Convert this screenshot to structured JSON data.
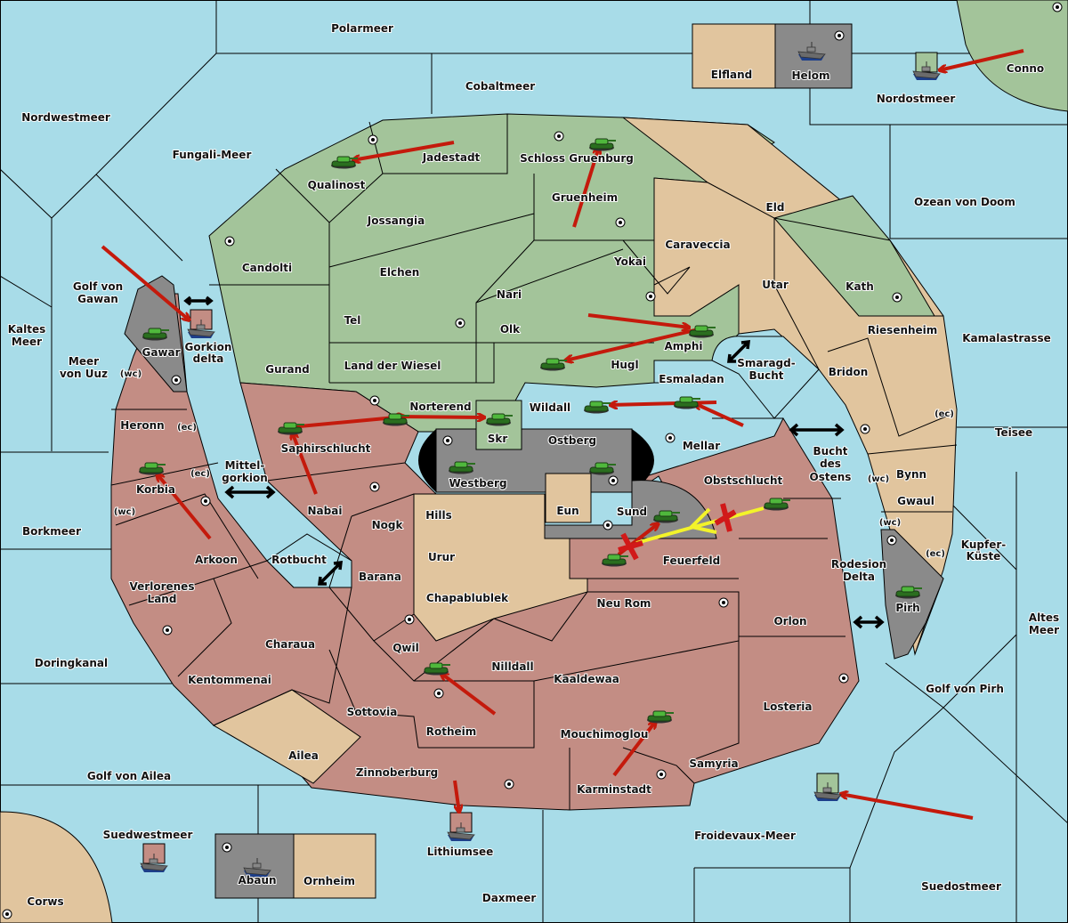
{
  "map": {
    "colors": {
      "sea": "#a8dce8",
      "green": "#a3c49a",
      "tan": "#e1c59e",
      "red": "#c38d84",
      "grey": "#8a8a8a",
      "order_red": "#c41a0c",
      "order_yellow": "#f3f32a"
    },
    "sea_labels": [
      {
        "id": "polarmeer",
        "text": "Polarmeer"
      },
      {
        "id": "cobaltmeer",
        "text": "Cobaltmeer"
      },
      {
        "id": "nordwestmeer",
        "text": "Nordwestmeer"
      },
      {
        "id": "fungali-meer",
        "text": "Fungali-Meer"
      },
      {
        "id": "nordostmeer",
        "text": "Nordostmeer"
      },
      {
        "id": "ozean-von-doom",
        "text": "Ozean von Doom"
      },
      {
        "id": "kamalastrasse",
        "text": "Kamalastrasse"
      },
      {
        "id": "teisee",
        "text": "Teisee"
      },
      {
        "id": "kupfer-kueste-1",
        "text": "Kupfer-"
      },
      {
        "id": "kupfer-kueste-2",
        "text": "Küste"
      },
      {
        "id": "altes-meer-1",
        "text": "Altes"
      },
      {
        "id": "altes-meer-2",
        "text": "Meer"
      },
      {
        "id": "golf-von-pirh",
        "text": "Golf von Pirh"
      },
      {
        "id": "suedostmeer",
        "text": "Suedostmeer"
      },
      {
        "id": "froidevaux-meer",
        "text": "Froidevaux-Meer"
      },
      {
        "id": "daxmeer",
        "text": "Daxmeer"
      },
      {
        "id": "lithiumsee",
        "text": "Lithiumsee"
      },
      {
        "id": "suedwestmeer",
        "text": "Suedwestmeer"
      },
      {
        "id": "golf-von-ailea",
        "text": "Golf von Ailea"
      },
      {
        "id": "doringkanal",
        "text": "Doringkanal"
      },
      {
        "id": "borkmeer",
        "text": "Borkmeer"
      },
      {
        "id": "kaltes-meer-1",
        "text": "Kaltes"
      },
      {
        "id": "kaltes-meer-2",
        "text": "Meer"
      },
      {
        "id": "meer-von-uuz-1",
        "text": "Meer"
      },
      {
        "id": "meer-von-uuz-2",
        "text": "von Uuz"
      },
      {
        "id": "golf-von-gawan-1",
        "text": "Golf von"
      },
      {
        "id": "golf-von-gawan-2",
        "text": "Gawan"
      },
      {
        "id": "gorkion-delta-1",
        "text": "Gorkion"
      },
      {
        "id": "gorkion-delta-2",
        "text": "delta"
      },
      {
        "id": "mittelgorkion-1",
        "text": "Mittel-"
      },
      {
        "id": "mittelgorkion-2",
        "text": "gorkion"
      },
      {
        "id": "rotbucht",
        "text": "Rotbucht"
      },
      {
        "id": "smaragd-bucht-1",
        "text": "Smaragd-"
      },
      {
        "id": "smaragd-bucht-2",
        "text": "Bucht"
      },
      {
        "id": "bucht-des-ostens-1",
        "text": "Bucht"
      },
      {
        "id": "bucht-des-ostens-2",
        "text": "des"
      },
      {
        "id": "bucht-des-ostens-3",
        "text": "Ostens"
      },
      {
        "id": "rodesion-delta-1",
        "text": "Rodesion"
      },
      {
        "id": "rodesion-delta-2",
        "text": "Delta"
      }
    ],
    "land_labels": [
      {
        "id": "elfland",
        "text": "Elfland",
        "owner": "tan"
      },
      {
        "id": "helom",
        "text": "Helom",
        "owner": "grey"
      },
      {
        "id": "conno",
        "text": "Conno",
        "owner": "green"
      },
      {
        "id": "qualinost",
        "text": "Qualinost",
        "owner": "green"
      },
      {
        "id": "jadestadt",
        "text": "Jadestadt",
        "owner": "green"
      },
      {
        "id": "schloss-gruenburg",
        "text": "Schloss Gruenburg",
        "owner": "green"
      },
      {
        "id": "gruenheim",
        "text": "Gruenheim",
        "owner": "green"
      },
      {
        "id": "jossangia",
        "text": "Jossangia",
        "owner": "green"
      },
      {
        "id": "candolti",
        "text": "Candolti",
        "owner": "green"
      },
      {
        "id": "elchen",
        "text": "Elchen",
        "owner": "green"
      },
      {
        "id": "nari",
        "text": "Nari",
        "owner": "green"
      },
      {
        "id": "yokai",
        "text": "Yokai",
        "owner": "green"
      },
      {
        "id": "tel",
        "text": "Tel",
        "owner": "green"
      },
      {
        "id": "olk",
        "text": "Olk",
        "owner": "green"
      },
      {
        "id": "amphi",
        "text": "Amphi",
        "owner": "green"
      },
      {
        "id": "gurand",
        "text": "Gurand",
        "owner": "green"
      },
      {
        "id": "land-der-wiesel",
        "text": "Land der Wiesel",
        "owner": "green"
      },
      {
        "id": "hugl",
        "text": "Hugl",
        "owner": "green"
      },
      {
        "id": "norterend",
        "text": "Norterend",
        "owner": "green"
      },
      {
        "id": "skr",
        "text": "Skr",
        "owner": "green"
      },
      {
        "id": "wildall",
        "text": "Wildall",
        "owner": "green"
      },
      {
        "id": "kath",
        "text": "Kath",
        "owner": "green"
      },
      {
        "id": "eld",
        "text": "Eld",
        "owner": "tan"
      },
      {
        "id": "caraveccia",
        "text": "Caraveccia",
        "owner": "tan"
      },
      {
        "id": "utar",
        "text": "Utar",
        "owner": "tan"
      },
      {
        "id": "riesenheim",
        "text": "Riesenheim",
        "owner": "tan"
      },
      {
        "id": "bridon",
        "text": "Bridon",
        "owner": "tan"
      },
      {
        "id": "bynn",
        "text": "Bynn",
        "owner": "tan"
      },
      {
        "id": "gwaul",
        "text": "Gwaul",
        "owner": "tan"
      },
      {
        "id": "pirh",
        "text": "Pirh",
        "owner": "grey"
      },
      {
        "id": "gawar",
        "text": "Gawar",
        "owner": "grey"
      },
      {
        "id": "heronn",
        "text": "Heronn",
        "owner": "red"
      },
      {
        "id": "korbia",
        "text": "Korbia",
        "owner": "red"
      },
      {
        "id": "arkoon",
        "text": "Arkoon",
        "owner": "red"
      },
      {
        "id": "verlorenes-land-1",
        "text": "Verlorenes",
        "owner": "red"
      },
      {
        "id": "verlorenes-land-2",
        "text": "Land",
        "owner": "red"
      },
      {
        "id": "kentommenai",
        "text": "Kentommenai",
        "owner": "red"
      },
      {
        "id": "charaua",
        "text": "Charaua",
        "owner": "red"
      },
      {
        "id": "ailea",
        "text": "Ailea",
        "owner": "tan"
      },
      {
        "id": "saphirschlucht",
        "text": "Saphirschlucht",
        "owner": "red"
      },
      {
        "id": "nabai",
        "text": "Nabai",
        "owner": "red"
      },
      {
        "id": "nogk",
        "text": "Nogk",
        "owner": "red"
      },
      {
        "id": "barana",
        "text": "Barana",
        "owner": "red"
      },
      {
        "id": "westberg",
        "text": "Westberg",
        "owner": "grey"
      },
      {
        "id": "ostberg",
        "text": "Ostberg",
        "owner": "grey"
      },
      {
        "id": "eun",
        "text": "Eun",
        "owner": "tan"
      },
      {
        "id": "sund",
        "text": "Sund",
        "owner": "grey"
      },
      {
        "id": "hills",
        "text": "Hills",
        "owner": "tan"
      },
      {
        "id": "urur",
        "text": "Urur",
        "owner": "tan"
      },
      {
        "id": "chapablublek",
        "text": "Chapablublek",
        "owner": "tan"
      },
      {
        "id": "esmaladan",
        "text": "Esmaladan",
        "owner": "red"
      },
      {
        "id": "mellar",
        "text": "Mellar",
        "owner": "red"
      },
      {
        "id": "obstschlucht",
        "text": "Obstschlucht",
        "owner": "red"
      },
      {
        "id": "feuerfeld",
        "text": "Feuerfeld",
        "owner": "red"
      },
      {
        "id": "neu-rom",
        "text": "Neu Rom",
        "owner": "red"
      },
      {
        "id": "orlon",
        "text": "Orlon",
        "owner": "red"
      },
      {
        "id": "qwil",
        "text": "Qwil",
        "owner": "red"
      },
      {
        "id": "nilldall",
        "text": "Nilldall",
        "owner": "red"
      },
      {
        "id": "kaaldewaa",
        "text": "Kaaldewaa",
        "owner": "red"
      },
      {
        "id": "sottovia",
        "text": "Sottovia",
        "owner": "red"
      },
      {
        "id": "rotheim",
        "text": "Rotheim",
        "owner": "red"
      },
      {
        "id": "losteria",
        "text": "Losteria",
        "owner": "red"
      },
      {
        "id": "mouchimoglou",
        "text": "Mouchimoglou",
        "owner": "red"
      },
      {
        "id": "zinnoberburg",
        "text": "Zinnoberburg",
        "owner": "red"
      },
      {
        "id": "karminstadt",
        "text": "Karminstadt",
        "owner": "red"
      },
      {
        "id": "samyria",
        "text": "Samyria",
        "owner": "red"
      },
      {
        "id": "abaun",
        "text": "Abaun",
        "owner": "grey"
      },
      {
        "id": "ornheim",
        "text": "Ornheim",
        "owner": "tan"
      },
      {
        "id": "corws",
        "text": "Corws",
        "owner": "tan"
      }
    ],
    "coast_labels": {
      "wc": "(wc)",
      "ec": "(ec)"
    },
    "units": [
      {
        "type": "army",
        "location": "Qualinost",
        "owner": "green"
      },
      {
        "type": "army",
        "location": "Schloss Gruenburg",
        "owner": "green"
      },
      {
        "type": "fleet",
        "location": "Helom",
        "owner": "grey"
      },
      {
        "type": "fleet",
        "location": "Nordostmeer",
        "owner": "green"
      },
      {
        "type": "army",
        "location": "Gawar",
        "owner": "grey"
      },
      {
        "type": "fleet",
        "location": "Gorkion delta",
        "owner": "red"
      },
      {
        "type": "army",
        "location": "Amphi",
        "owner": "green"
      },
      {
        "type": "army",
        "location": "Hugl",
        "owner": "green"
      },
      {
        "type": "army",
        "location": "Saphirschlucht",
        "owner": "red"
      },
      {
        "type": "army",
        "location": "Norterend",
        "owner": "green"
      },
      {
        "type": "army",
        "location": "Skr",
        "owner": "green"
      },
      {
        "type": "army",
        "location": "Wildall",
        "owner": "green"
      },
      {
        "type": "army",
        "location": "Esmaladan",
        "owner": "red"
      },
      {
        "type": "army",
        "location": "Korbia",
        "owner": "red"
      },
      {
        "type": "army",
        "location": "Westberg",
        "owner": "grey"
      },
      {
        "type": "army",
        "location": "Ostberg",
        "owner": "grey"
      },
      {
        "type": "army",
        "location": "Sund",
        "owner": "grey"
      },
      {
        "type": "army",
        "location": "Obstschlucht",
        "owner": "red"
      },
      {
        "type": "army",
        "location": "Feuerfeld",
        "owner": "red"
      },
      {
        "type": "army",
        "location": "Pirh",
        "owner": "grey"
      },
      {
        "type": "army",
        "location": "Qwil",
        "owner": "red"
      },
      {
        "type": "army",
        "location": "Mouchimoglou",
        "owner": "red"
      },
      {
        "type": "fleet",
        "location": "Lithiumsee",
        "owner": "red"
      },
      {
        "type": "fleet",
        "location": "Suedwestmeer",
        "owner": "red"
      },
      {
        "type": "fleet",
        "location": "Abaun",
        "owner": "grey"
      },
      {
        "type": "fleet",
        "location": "Froidevaux-Meer",
        "owner": "green"
      }
    ],
    "orders": [
      {
        "from": "Jadestadt",
        "to": "Qualinost",
        "kind": "move",
        "result": "ok"
      },
      {
        "from": "Gruenheim",
        "to": "Schloss Gruenburg",
        "kind": "move",
        "result": "ok"
      },
      {
        "from": "Conno",
        "to": "Nordostmeer",
        "kind": "move",
        "result": "ok"
      },
      {
        "from": "Golf von Gawan",
        "to": "Gorkion delta",
        "kind": "move",
        "result": "ok"
      },
      {
        "from": "Olk",
        "to": "Amphi",
        "kind": "move",
        "result": "ok"
      },
      {
        "from": "Amphi",
        "to": "Hugl",
        "kind": "move",
        "result": "ok"
      },
      {
        "from": "Saphirschlucht",
        "to": "Norterend",
        "kind": "move",
        "result": "ok"
      },
      {
        "from": "Norterend",
        "to": "Skr",
        "kind": "move",
        "result": "ok"
      },
      {
        "from": "Esmaladan",
        "to": "Wildall",
        "kind": "move",
        "result": "ok"
      },
      {
        "from": "Mellar",
        "to": "Esmaladan",
        "kind": "move",
        "result": "ok"
      },
      {
        "from": "Nabai",
        "to": "Saphirschlucht",
        "kind": "move",
        "result": "ok"
      },
      {
        "from": "Arkoon",
        "to": "Korbia",
        "kind": "move",
        "result": "ok"
      },
      {
        "from": "Feuerfeld",
        "to": "Sund",
        "kind": "move",
        "result": "failed"
      },
      {
        "from": "Obstschlucht",
        "to": "Sund",
        "kind": "support",
        "result": "failed"
      },
      {
        "from": "Rotheim",
        "to": "Qwil",
        "kind": "move",
        "result": "ok"
      },
      {
        "from": "Karminstadt",
        "to": "Mouchimoglou",
        "kind": "move",
        "result": "ok"
      },
      {
        "from": "Zinnoberburg",
        "to": "Lithiumsee",
        "kind": "move",
        "result": "ok"
      },
      {
        "from": "Suedostmeer",
        "to": "Froidevaux-Meer",
        "kind": "move",
        "result": "ok"
      }
    ]
  }
}
